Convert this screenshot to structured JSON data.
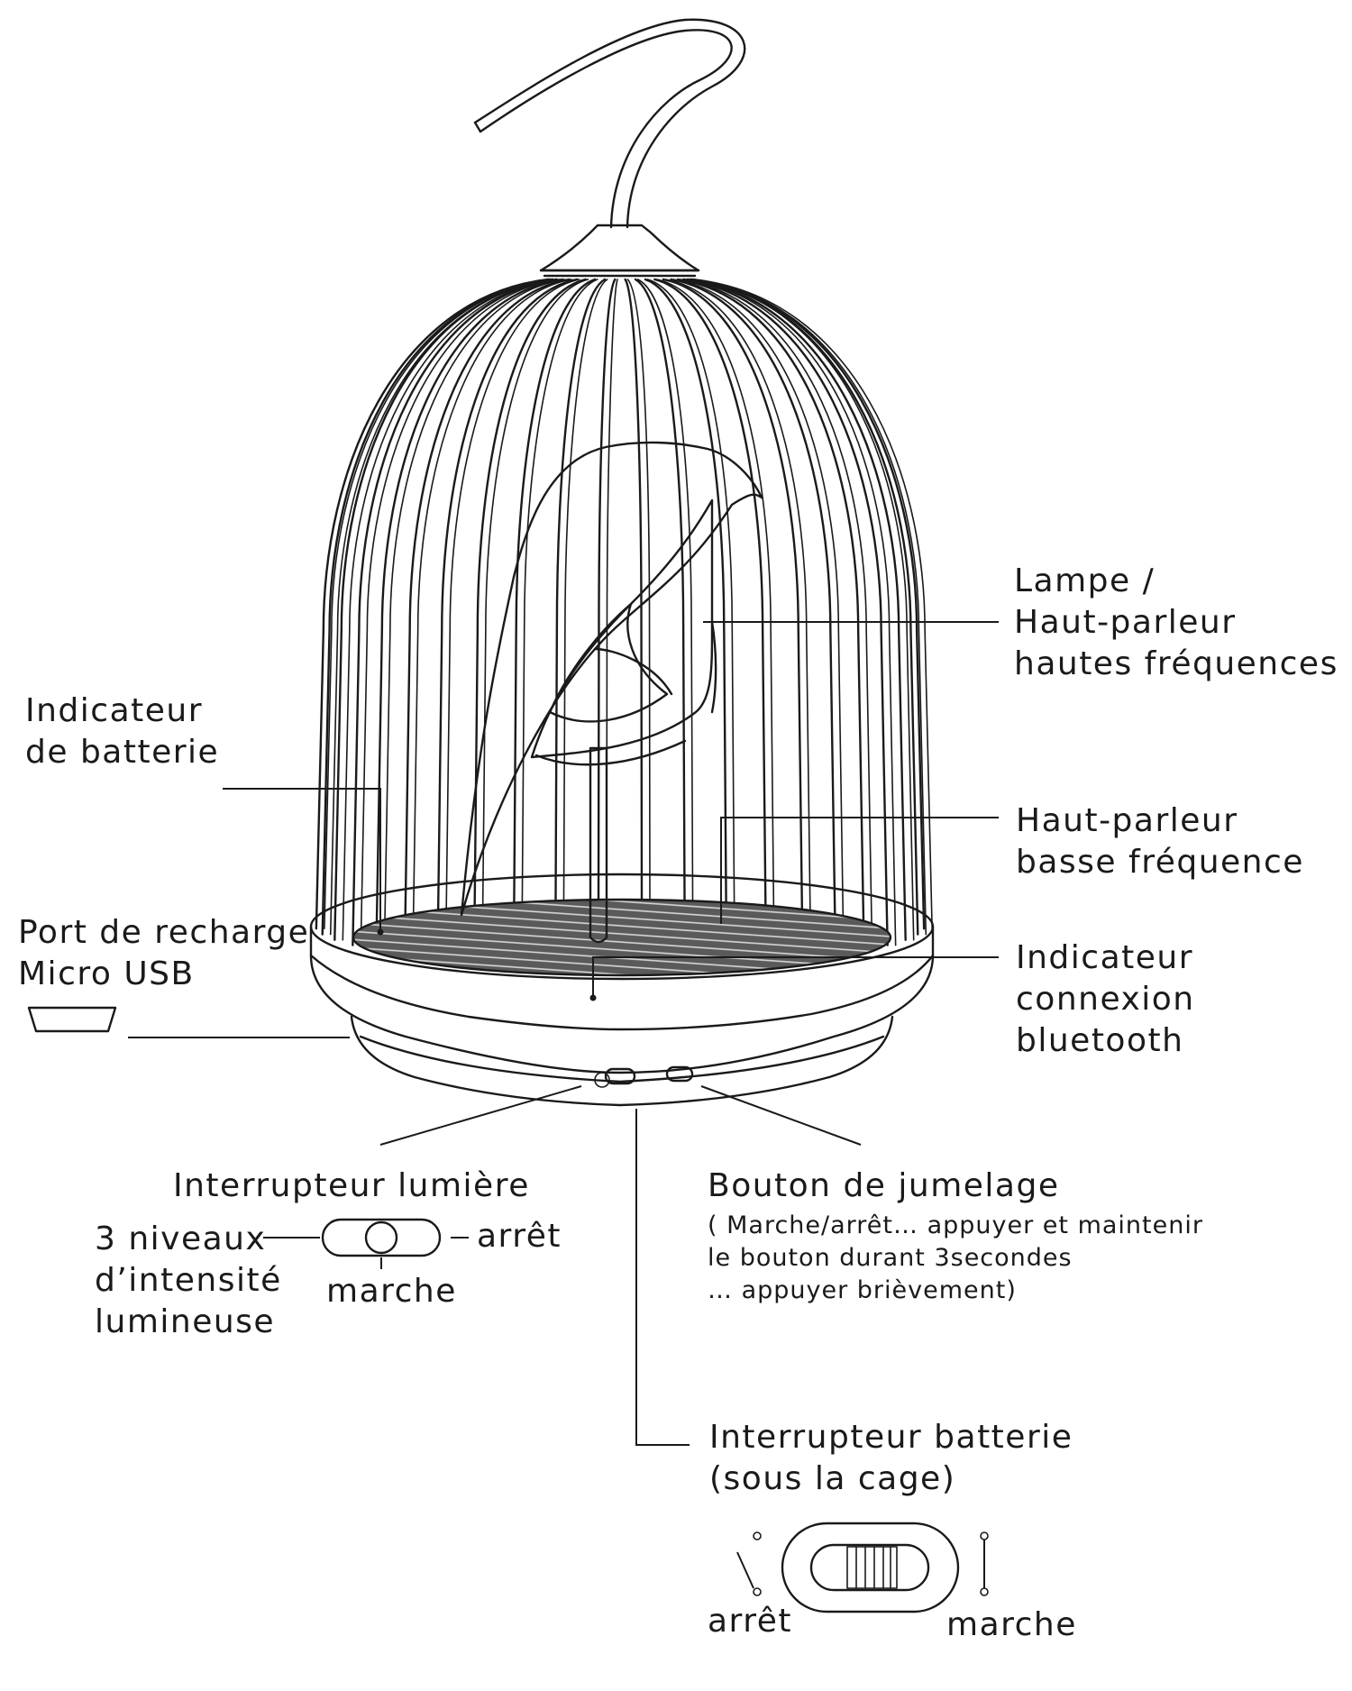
{
  "labels": {
    "lamp": [
      "Lampe /",
      "Haut-parleur",
      "hautes fréquences"
    ],
    "battery_indicator": [
      "Indicateur",
      "de batterie"
    ],
    "bass_speaker": [
      "Haut-parleur",
      "basse fréquence"
    ],
    "charge_port": [
      "Port de recharge",
      "Micro USB"
    ],
    "bt_indicator": [
      "Indicateur",
      "connexion",
      "bluetooth"
    ],
    "light_switch": {
      "title": "Interrupteur lumière",
      "levels": [
        "3 niveaux",
        "d’intensité",
        "lumineuse"
      ],
      "off": "arrêt",
      "on": "marche"
    },
    "pairing_button": {
      "title": "Bouton de jumelage",
      "notes": [
        "( Marche/arrêt… appuyer et maintenir",
        " le bouton durant 3secondes",
        " … appuyer brièvement)"
      ]
    },
    "battery_switch": {
      "title": [
        "Interrupteur batterie",
        "(sous la cage)"
      ],
      "off": "arrêt",
      "on": "marche"
    }
  }
}
